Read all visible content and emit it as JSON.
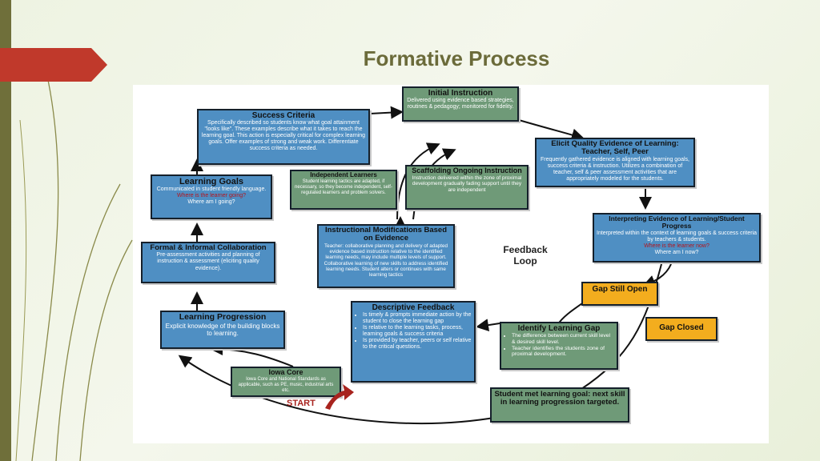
{
  "title": "Formative Process",
  "colors": {
    "blue_box": "#4f8fc3",
    "green_box": "#6f9a78",
    "orange_box": "#f3ad1e",
    "start": "#a8231e",
    "accent_tab": "#c0392b"
  },
  "diagram": {
    "feedback_loop": [
      "Feedback",
      "Loop"
    ],
    "start": "START",
    "initial_instruction": {
      "heading": "Initial Instruction",
      "body": "Delivered using evidence based strategies, routines & pedagogy; monitored for fidelity."
    },
    "success_criteria": {
      "heading": "Success Criteria",
      "body": "Specifically described so students know what goal attainment \"looks like\". These examples describe what it takes to reach the learning goal. This action is especially critical for complex learning goals. Offer examples of strong and weak work. Differentiate success criteria as needed."
    },
    "elicit": {
      "heading": "Elicit Quality Evidence of Learning: Teacher, Self, Peer",
      "body": "Frequently gathered evidence is aligned with learning goals, success criteria & instruction. Utilizes a combination of teacher, self & peer assessment activities that are appropriately modeled for the students."
    },
    "independent_learners": {
      "heading": "Independent Learners",
      "body": "Student learning tactics are adapted, if necessary, so they become independent, self-regulated learners and problem solvers."
    },
    "scaffolding": {
      "heading": "Scaffolding Ongoing Instruction",
      "body": "Instruction delivered within the zone of proximal development gradually fading support until they are independent"
    },
    "learning_goals": {
      "heading": "Learning Goals",
      "body": "Communicated in student friendly language.",
      "q1": "Where is the learner going?",
      "q2": "Where am I going?"
    },
    "interpreting": {
      "heading": "Interpreting Evidence of Learning/Student Progress",
      "body": "Interpreted within the context of learning goals & success criteria by teachers & students.",
      "q1": "Where is the learner now?",
      "q2": "Where am I now?"
    },
    "formal_informal": {
      "heading": "Formal & Informal Collaboration",
      "body": "Pre-assessment activities and planning of instruction & assessment (eliciting quality evidence)."
    },
    "instructional_mods": {
      "heading": "Instructional Modifications Based on Evidence",
      "body": "Teacher: collaborative planning and delivery of adapted evidence based instruction relative to the identified learning needs, may include multiple levels of support. Collaborative learning of new skills to address identified learning needs. Student alters or continues with same learning tactics"
    },
    "gap_still_open": {
      "label": "Gap Still Open"
    },
    "gap_closed": {
      "label": "Gap Closed"
    },
    "learning_progression": {
      "heading": "Learning Progression",
      "body": "Explicit knowledge of the building blocks to learning."
    },
    "descriptive_feedback": {
      "heading": "Descriptive Feedback",
      "bullets": [
        "Is timely & prompts immediate action by the student to close the learning gap",
        "Is relative to the learning tasks, process, learning goals & success criteria",
        "Is provided by teacher, peers or self relative to the critical questions."
      ]
    },
    "identify_gap": {
      "heading": "Identify Learning Gap",
      "bullets": [
        "The difference between current skill level & desired skill level.",
        "Teacher identifies the students zone of proximal development."
      ]
    },
    "iowa_core": {
      "heading": "Iowa Core",
      "body": "Iowa Core and National Standards as applicable, such as PE, music, industrial arts etc."
    },
    "student_met": {
      "heading": "Student met learning goal: next skill in learning progression targeted."
    }
  }
}
